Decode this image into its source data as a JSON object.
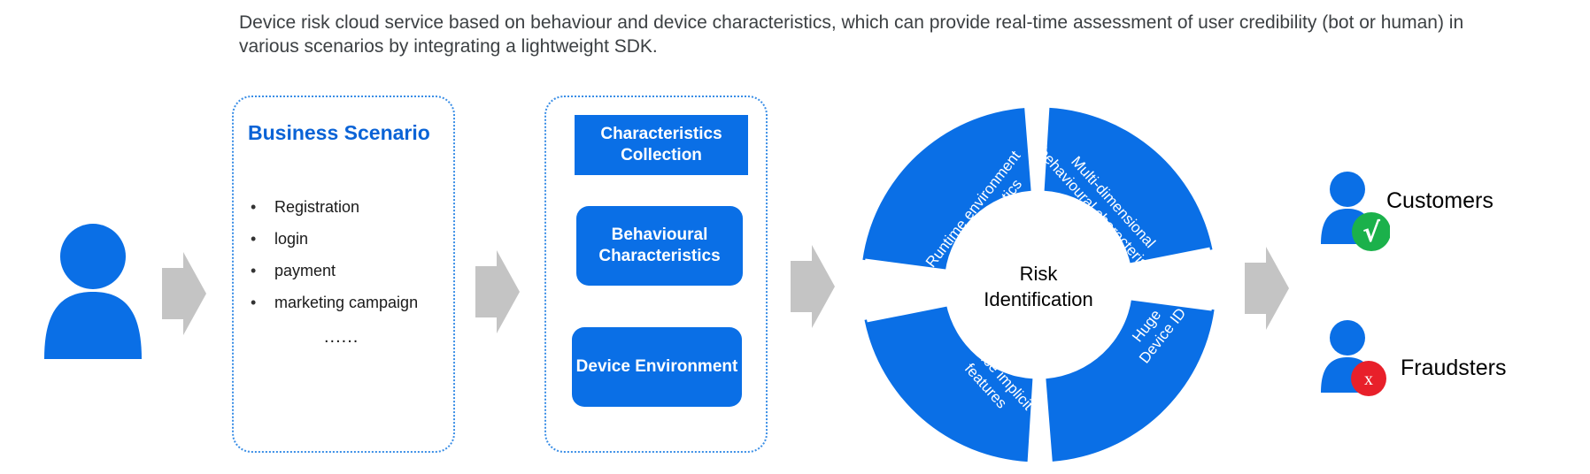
{
  "description": "Device risk cloud service based on behaviour and device characteristics, which can provide real-time assessment of user credibility (bot or human) in various scenarios by integrating a lightweight SDK.",
  "business_scenario": {
    "title": "Business Scenario",
    "items": [
      "Registration",
      "login",
      "payment",
      "marketing campaign"
    ],
    "more": "......"
  },
  "characteristics": {
    "collection": "Characteristics Collection",
    "behavioural": "Behavioural Characteristics",
    "device_env": "Device Environment"
  },
  "ring": {
    "center_line1": "Risk",
    "center_line2": "Identification",
    "segment_top_left": [
      "Runtime environment",
      "characteristics"
    ],
    "segment_top_right": [
      "Multi-dimensional",
      "behavioural characteristics"
    ],
    "segment_bottom_right": [
      "Huge",
      "Device ID"
    ],
    "segment_bottom_left": [
      "Device implicit",
      "features"
    ]
  },
  "outcomes": {
    "customers": "Customers",
    "fraudsters": "Fraudsters",
    "check_mark": "√",
    "x_mark": "x"
  },
  "colors": {
    "blue": "#0a6fe6",
    "arrow_gray": "#c4c4c4",
    "green": "#1bb14b",
    "red": "#e8202a"
  }
}
